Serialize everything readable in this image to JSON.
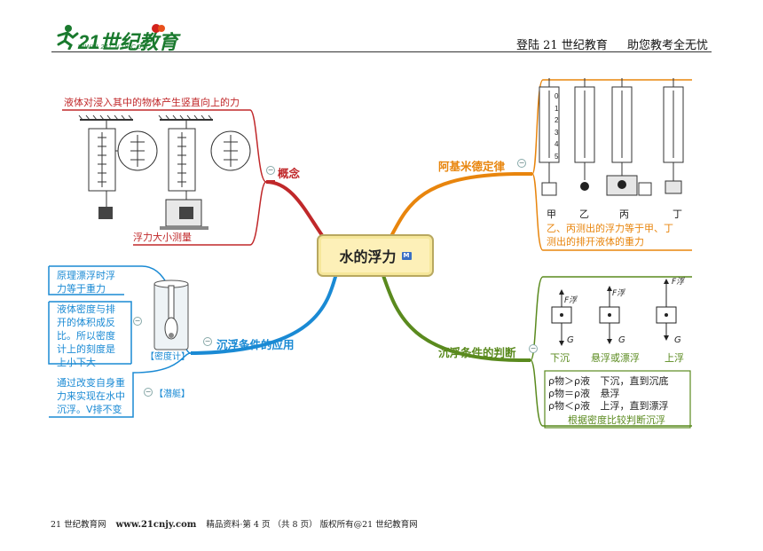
{
  "header": {
    "logo_text": "21世纪教育",
    "logo_url": "WWW.21CNJY.COM",
    "slogan_left": "登陆 21 世纪教育",
    "slogan_right": "助您教考全无忧"
  },
  "center_topic": "水的浮力",
  "branches": {
    "concept": {
      "label": "概念",
      "definition": "液体对浸入其中的物体产生竖直向上的力",
      "caption": "浮力大小测量"
    },
    "archimedes": {
      "label": "阿基米德定律",
      "labels": [
        "甲",
        "乙",
        "丙",
        "丁"
      ],
      "scale_marks": [
        "0",
        "1",
        "2",
        "3",
        "4",
        "5"
      ],
      "note_line1": "乙、丙测出的浮力等于甲、丁",
      "note_line2": "测出的排开液体的重力"
    },
    "application": {
      "label": "沉浮条件的应用",
      "item1": [
        "原理漂浮时浮",
        "力等于重力"
      ],
      "item2": [
        "液体密度与排",
        "开的体积成反",
        "比。所以密度",
        "计上的刻度是",
        "上小下大"
      ],
      "item3": [
        "通过改变自身重",
        "力来实现在水中",
        "沉浮。V排不变"
      ],
      "tag_hydrometer": "【密度计】",
      "tag_submarine": "【潜艇】"
    },
    "judgment": {
      "label": "沉浮条件的判断",
      "states": [
        "下沉",
        "悬浮或漂浮",
        "上浮"
      ],
      "force_up": "F浮",
      "force_down": "G",
      "rule1_left": "ρ物＞ρ液",
      "rule1_right": "下沉，直到沉底",
      "rule2_left": "ρ物＝ρ液",
      "rule2_right": "悬浮",
      "rule3_left": "ρ物＜ρ液",
      "rule3_right": "上浮，直到漂浮",
      "caption": "根据密度比较判断沉浮"
    }
  },
  "footer": {
    "site": "21 世纪教育网",
    "url": "www.21cnjy.com",
    "info": "精品资料·第 4 页 （共 8 页） 版权所有@21 世纪教育网"
  },
  "colors": {
    "concept": "#c0282a",
    "archimedes": "#e8850d",
    "application": "#1a8ad4",
    "judgment": "#5a8a1e"
  }
}
